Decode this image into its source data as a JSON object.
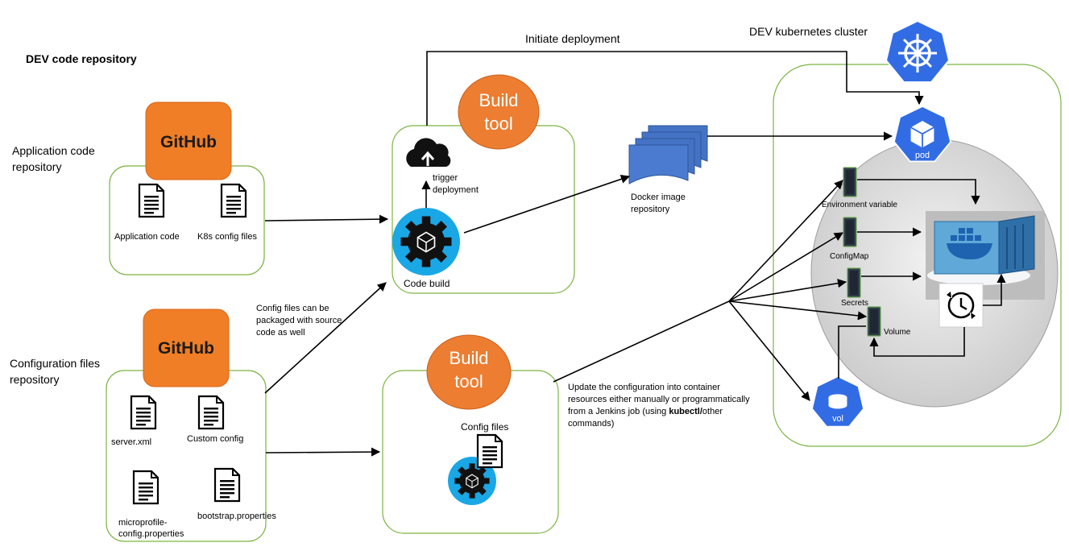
{
  "header": {
    "dev_code_repository": "DEV code repository",
    "initiate_deployment": "Initiate deployment",
    "dev_kubernetes_cluster": "DEV kubernetes cluster"
  },
  "app_repo": {
    "label_line1": "Application code",
    "label_line2": "repository",
    "github": "GitHub",
    "files": [
      "Application code",
      "K8s config files"
    ]
  },
  "config_repo": {
    "label_line1": "Configuration files",
    "label_line2": "repository",
    "github": "GitHub",
    "files": [
      "server.xml",
      "Custom config",
      "microprofile-",
      "config.properties",
      "bootstrap.properties"
    ]
  },
  "build_top": {
    "tool_line1": "Build",
    "tool_line2": "tool",
    "trigger_line1": "trigger",
    "trigger_line2": "deployment",
    "code_build": "Code build"
  },
  "build_bottom": {
    "tool_line1": "Build",
    "tool_line2": "tool",
    "config_files": "Config files"
  },
  "config_note": [
    "Config files can be",
    "packaged with source",
    "code as well"
  ],
  "docker_repo": [
    "Docker image",
    "repository"
  ],
  "update_note": {
    "line1": "Update the configuration into container",
    "line2": "resources either manually or programmatically",
    "line3": "from a Jenkins job (using ",
    "line3_bold": "kubectl/",
    "line3_end": "other",
    "line4": "commands)"
  },
  "cluster": {
    "pod": "pod",
    "vol": "vol",
    "resources": [
      "Environment variable",
      "ConfigMap",
      "Secrets",
      "Volume"
    ]
  },
  "colors": {
    "github_orange": "#f07e26",
    "build_orange": "#ed7d31",
    "box_border": "#7cb342",
    "k8s_blue": "#326ce5",
    "gear_blue": "#1aa7e6",
    "docker_blue": "#4472c4"
  }
}
